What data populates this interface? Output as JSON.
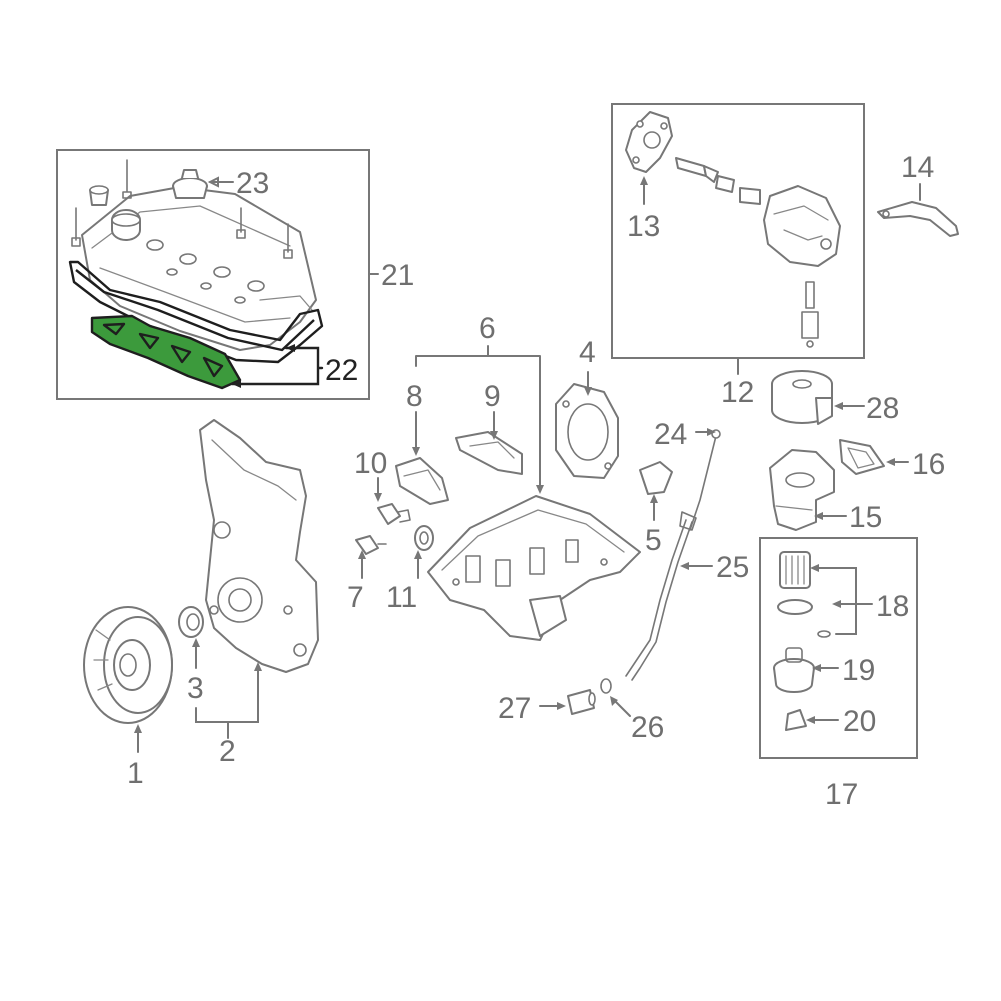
{
  "diagram": {
    "callouts": [
      {
        "id": "1",
        "text": "1"
      },
      {
        "id": "2",
        "text": "2"
      },
      {
        "id": "3",
        "text": "3"
      },
      {
        "id": "4",
        "text": "4"
      },
      {
        "id": "5",
        "text": "5"
      },
      {
        "id": "6",
        "text": "6"
      },
      {
        "id": "7",
        "text": "7"
      },
      {
        "id": "8",
        "text": "8"
      },
      {
        "id": "9",
        "text": "9"
      },
      {
        "id": "10",
        "text": "10"
      },
      {
        "id": "11",
        "text": "11"
      },
      {
        "id": "12",
        "text": "12"
      },
      {
        "id": "13",
        "text": "13"
      },
      {
        "id": "14",
        "text": "14"
      },
      {
        "id": "15",
        "text": "15"
      },
      {
        "id": "16",
        "text": "16"
      },
      {
        "id": "17",
        "text": "17"
      },
      {
        "id": "18",
        "text": "18"
      },
      {
        "id": "19",
        "text": "19"
      },
      {
        "id": "20",
        "text": "20"
      },
      {
        "id": "21",
        "text": "21"
      },
      {
        "id": "22",
        "text": "22"
      },
      {
        "id": "23",
        "text": "23"
      },
      {
        "id": "24",
        "text": "24"
      },
      {
        "id": "25",
        "text": "25"
      },
      {
        "id": "26",
        "text": "26"
      },
      {
        "id": "27",
        "text": "27"
      },
      {
        "id": "28",
        "text": "28"
      }
    ],
    "highlighted_part": "22",
    "colors": {
      "line": "#777777",
      "highlight_fill": "#3c9a3c",
      "highlight_outline": "#1e1e1e",
      "background": "#ffffff"
    }
  }
}
